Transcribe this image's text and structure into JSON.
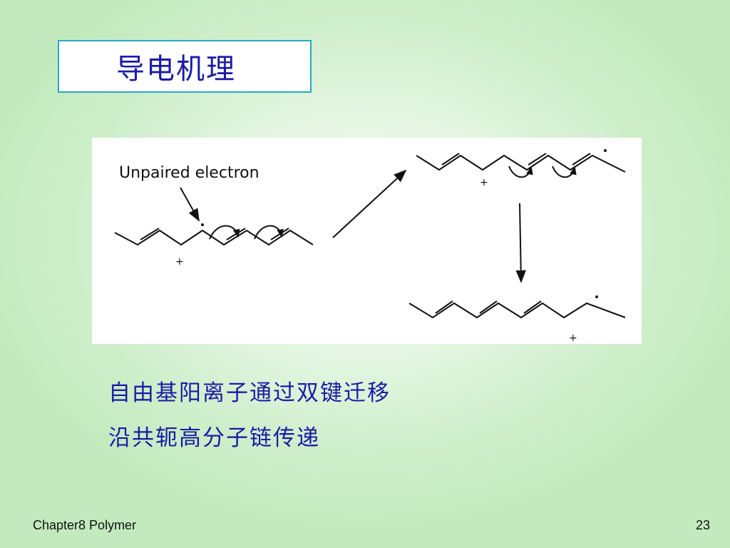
{
  "slide": {
    "title": "导电机理",
    "figure": {
      "annotation_label": "Unpaired electron"
    },
    "caption_lines": [
      "自由基阳离子通过双键迁移",
      "沿共轭高分子链传递"
    ],
    "footer": {
      "chapter": "Chapter8 Polymer",
      "page_number": "23"
    }
  }
}
